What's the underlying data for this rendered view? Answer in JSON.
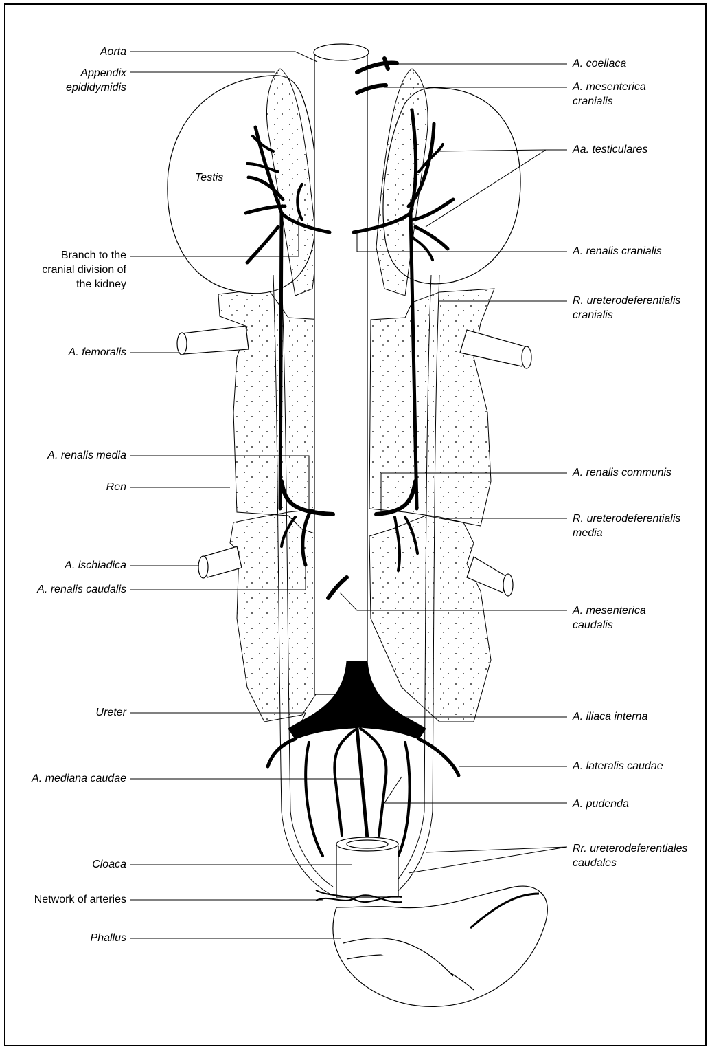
{
  "labels_left": [
    {
      "key": "aorta",
      "text": "Aorta",
      "italic": true
    },
    {
      "key": "appendix",
      "text": "Appendix\nepididymidis",
      "italic": true
    },
    {
      "key": "branch",
      "text": "Branch to the\ncranial division of\nthe kidney",
      "italic": false
    },
    {
      "key": "femoralis",
      "text": "A. femoralis",
      "italic": true
    },
    {
      "key": "renalis_media",
      "text": "A. renalis media",
      "italic": true
    },
    {
      "key": "ren",
      "text": "Ren",
      "italic": true
    },
    {
      "key": "ischiadica",
      "text": "A. ischiadica",
      "italic": true
    },
    {
      "key": "renalis_caudalis",
      "text": "A. renalis caudalis",
      "italic": true
    },
    {
      "key": "ureter",
      "text": "Ureter",
      "italic": true
    },
    {
      "key": "mediana_caudae",
      "text": "A. mediana caudae",
      "italic": true
    },
    {
      "key": "cloaca",
      "text": "Cloaca",
      "italic": true
    },
    {
      "key": "network",
      "text": "Network of arteries",
      "italic": false
    },
    {
      "key": "phallus",
      "text": "Phallus",
      "italic": true
    }
  ],
  "labels_right": [
    {
      "key": "coeliaca",
      "text": "A. coeliaca"
    },
    {
      "key": "mes_cran",
      "text": "A. mesenterica\ncranialis"
    },
    {
      "key": "testiculares",
      "text": "Aa. testiculares"
    },
    {
      "key": "renalis_cran",
      "text": "A. renalis cranialis"
    },
    {
      "key": "ured_cran",
      "text": "R. ureterodeferentialis\ncranialis"
    },
    {
      "key": "renalis_comm",
      "text": "A. renalis communis"
    },
    {
      "key": "ured_media",
      "text": "R. ureterodeferentialis\nmedia"
    },
    {
      "key": "mes_caud",
      "text": "A. mesenterica\ncaudalis"
    },
    {
      "key": "iliaca",
      "text": "A. iliaca interna"
    },
    {
      "key": "lateralis",
      "text": "A. lateralis caudae"
    },
    {
      "key": "pudenda",
      "text": "A. pudenda"
    },
    {
      "key": "ured_caud",
      "text": "Rr. ureterodeferentiales\ncaudales"
    }
  ],
  "inline_labels": {
    "testis": "Testis"
  }
}
